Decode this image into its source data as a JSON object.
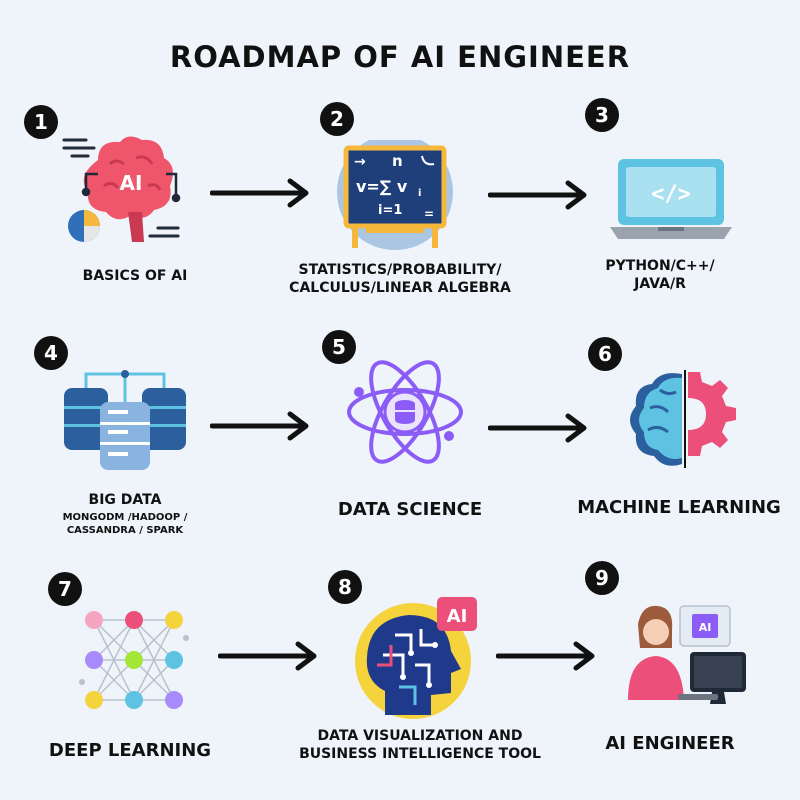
{
  "title": "ROADMAP OF AI ENGINEER",
  "steps": [
    {
      "number": "1",
      "label": "BASICS OF AI",
      "icon": "ai-brain-icon",
      "icon_text": "AI"
    },
    {
      "number": "2",
      "label_line1": "STATISTICS/PROBABILITY/",
      "label_line2": "CALCULUS/LINEAR ALGEBRA",
      "icon": "math-board-icon",
      "icon_text": {
        "arrow": "→",
        "n": "n",
        "formula": "v=∑ v",
        "sub": "i",
        "lower": "i=1",
        "eq": "="
      }
    },
    {
      "number": "3",
      "label_line1": "PYTHON/C++/",
      "label_line2": "JAVA/R",
      "icon": "code-laptop-icon",
      "icon_text": "</>"
    },
    {
      "number": "4",
      "label": "BIG DATA",
      "sublabel_line1": "MONGODM /HADOOP /",
      "sublabel_line2": "CASSANDRA / SPARK",
      "icon": "database-servers-icon"
    },
    {
      "number": "5",
      "label": "DATA SCIENCE",
      "icon": "atom-database-icon"
    },
    {
      "number": "6",
      "label": "MACHINE LEARNING",
      "icon": "brain-gear-icon"
    },
    {
      "number": "7",
      "label": "DEEP LEARNING",
      "icon": "neural-network-icon"
    },
    {
      "number": "8",
      "label_line1": "DATA VISUALIZATION AND",
      "label_line2": "BUSINESS INTELLIGENCE TOOL",
      "icon": "ai-head-circuit-icon",
      "icon_text": "AI"
    },
    {
      "number": "9",
      "label": "AI ENGINEER",
      "icon": "engineer-computer-icon",
      "icon_text": "AI"
    }
  ],
  "connector_icon": "right-arrow-icon",
  "colors": {
    "background": "#eef4fa",
    "badge": "#111111",
    "text": "#111111",
    "accent_pink": "#ec4f7a",
    "accent_blue": "#2b5f9e",
    "accent_purple": "#8b5cf6"
  }
}
